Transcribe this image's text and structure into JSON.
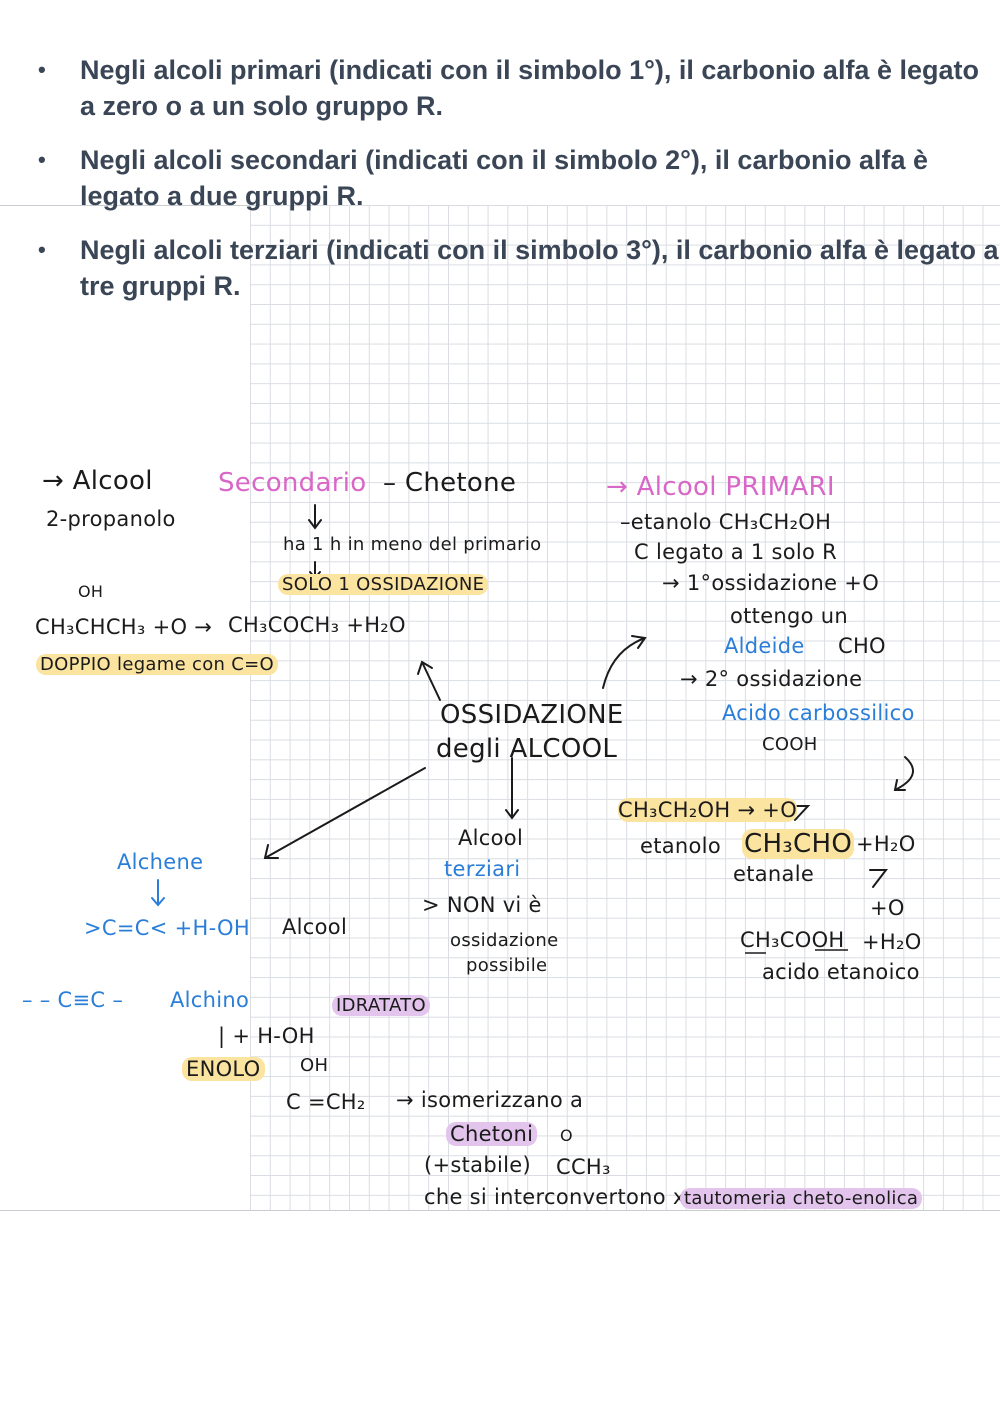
{
  "bullets": [
    "Negli alcoli primari (indicati con il simbolo 1°), il carbonio alfa è legato a zero o a un solo gruppo R.",
    "Negli alcoli secondari (indicati con il simbolo 2°), il carbonio alfa è legato a due gruppi R.",
    "Negli alcoli terziari (indicati con il simbolo 3°), il carbonio alfa è legato a tre gruppi R."
  ],
  "notes": {
    "alcool_sec": "→ Alcool",
    "secondario": "Secondario",
    "chetone": "– Chetone",
    "propanolo": "2-propanolo",
    "meno_h": "ha 1 h in meno del primario",
    "solo1": "SOLO 1 OSSIDAZIONE",
    "oh_top": "OH",
    "reaz_sec_a": "CH₃CHCH₃ +O →",
    "reaz_sec_b": "CH₃COCH₃ +H₂O",
    "doppio": "DOPPIO legame con C=O",
    "alcool_prim": "→ Alcool PRIMARI",
    "etanolo_line": "–etanolo  CH₃CH₂OH",
    "legato": "C legato a 1 solo R",
    "prima_oss": "→ 1°ossidazione   +O",
    "ottengo": "ottengo un",
    "aldeide": "Aldeide",
    "cho": "CHO",
    "seconda_oss": "→ 2° ossidazione",
    "acido": "Acido carbossilico",
    "cooh": "COOH",
    "ossidazione": "OSSIDAZIONE",
    "degli": "degli ALCOOL",
    "alcool_terz": "Alcool",
    "terziari": "terziari",
    "non_ce": "> NON vi è",
    "oss_poss_a": "ossidazione",
    "oss_poss_b": "possibile",
    "reaz_prim": "CH₃CH₂OH → +O",
    "etanolo2": "etanolo",
    "ch3cho": "CH₃CHO",
    "h2o_1": "+H₂O",
    "etanale": "etanale",
    "plus_o": "+O",
    "ch3cooh": "CH₃COOH",
    "h2o_2": "+H₂O",
    "acido_etanoico": "acido etanoico",
    "alchene": "Alchene",
    "alchene_formula": ">C=C< +H-OH",
    "alcool_label": "Alcool",
    "alchino_formula": "– – C≡C –",
    "alchino": "Alchino",
    "idratato": "IDRATATO",
    "hoh": "| + H-OH",
    "enolo": "ENOLO",
    "oh_enolo": "OH",
    "c_ch2": "C =CH₂",
    "isomerizzano": "→ isomerizzano a",
    "chetoni": "Chetoni",
    "o_small": "O",
    "stabile": "(+stabile)",
    "cch3": "CCH₃",
    "che_si": "che si interconvertono x",
    "tautomeria": "tautomeria cheto-enolica"
  }
}
